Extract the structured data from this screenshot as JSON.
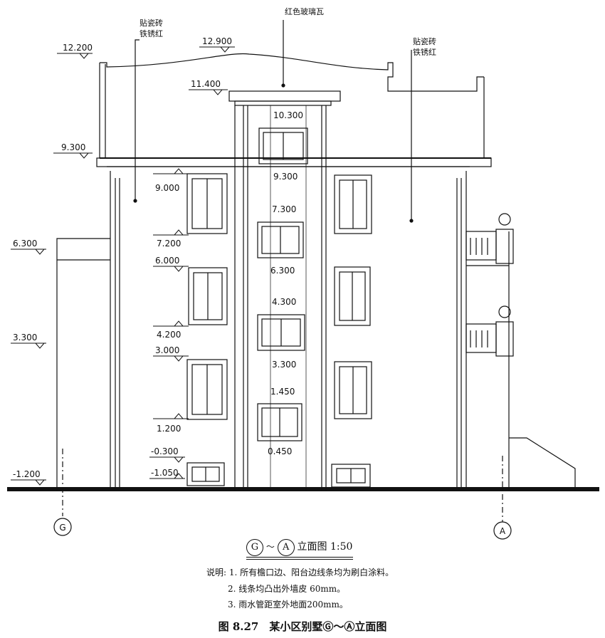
{
  "drawing": {
    "annotations": {
      "tile_left": "贴瓷砖\n铁锈红",
      "tile_right": "贴瓷砖\n铁锈红",
      "roof": "红色玻璃瓦"
    },
    "left_levels": [
      "12.200",
      "9.300",
      "6.300",
      "3.300",
      "-1.200"
    ],
    "roof_levels": [
      "12.900",
      "11.400"
    ],
    "window_levels": [
      "9.000",
      "7.200",
      "6.000",
      "4.200",
      "3.000",
      "1.200",
      "-0.300",
      "-1.050"
    ],
    "stair_levels": [
      "10.300",
      "9.300",
      "7.300",
      "6.300",
      "4.300",
      "3.300",
      "1.450",
      "0.450"
    ],
    "axes": [
      "G",
      "A"
    ]
  },
  "caption": {
    "title_mid": "立面图 1:50",
    "tilde": "～",
    "notes": [
      "说明: 1. 所有檐口边、阳台边线条均为刷白涂料。",
      "2. 线条均凸出外墙皮 60mm。",
      "3. 雨水管距室外地面200mm。"
    ],
    "figure": "图 8.27　某小区别墅Ⓖ～Ⓐ立面图"
  }
}
